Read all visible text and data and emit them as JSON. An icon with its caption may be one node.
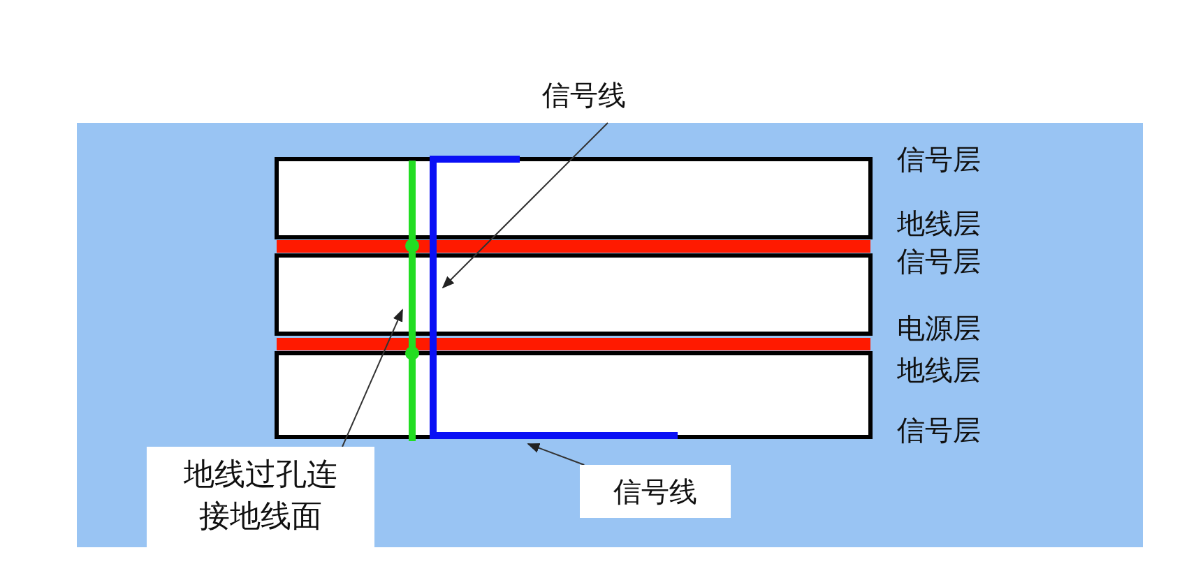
{
  "diagram": {
    "nodes": [
      {
        "text": [
          "信号线"
        ]
      },
      {
        "text": [],
        "shape": "line"
      },
      {
        "text": [
          "地线过孔连接地线面"
        ]
      },
      {
        "text": [],
        "shape": "bar"
      },
      {
        "text": [
          "信号线"
        ]
      }
    ],
    "edges": [
      {
        "from": 0,
        "to": 1,
        "arrow": "to"
      },
      {
        "from": 2,
        "to": 3,
        "arrow": "to"
      },
      {
        "from": 4,
        "to": 1,
        "arrow": "to"
      }
    ],
    "labels": [
      "信号层",
      "地线层",
      "信号层",
      "电源层",
      "地线层",
      "信号层"
    ]
  }
}
